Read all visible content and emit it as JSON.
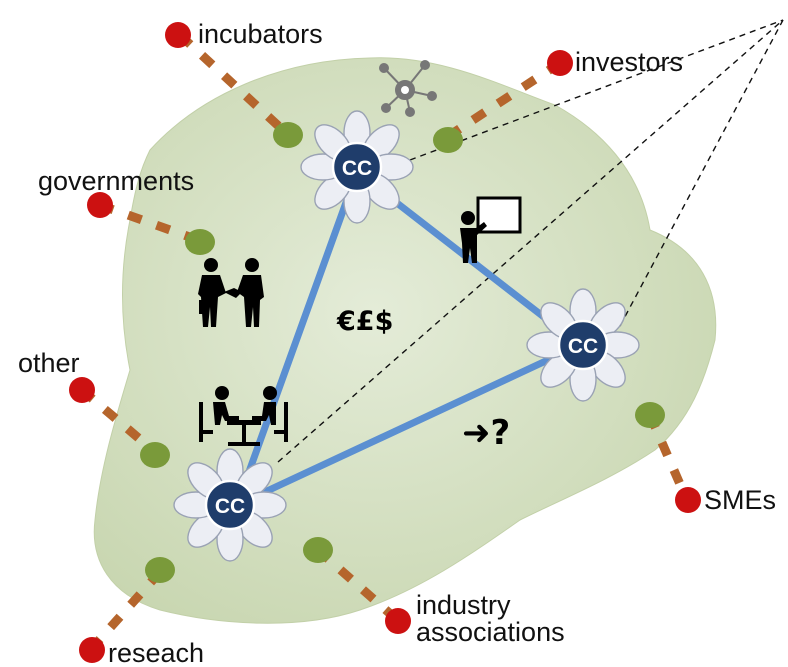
{
  "diagram": {
    "hub_label": "CC",
    "symbols": {
      "currency": "€£$",
      "question": "➜?"
    },
    "stakeholders": {
      "incubators": "incubators",
      "investors": "investors",
      "governments": "governments",
      "other": "other",
      "smes": "SMEs",
      "research": "reseach",
      "industry_line1": "industry",
      "industry_line2": "associations"
    },
    "icons": [
      "network-icon",
      "handshake-icon",
      "presenter-icon",
      "meeting-icon"
    ],
    "colors": {
      "region_fill": "#d6e2c6",
      "hub_fill": "#1f3d6b",
      "link_color": "#5b8fd1",
      "stakeholder_dot": "#cc1111",
      "connector_dot": "#7a9a3a",
      "connector_dash": "#b5652c"
    }
  }
}
